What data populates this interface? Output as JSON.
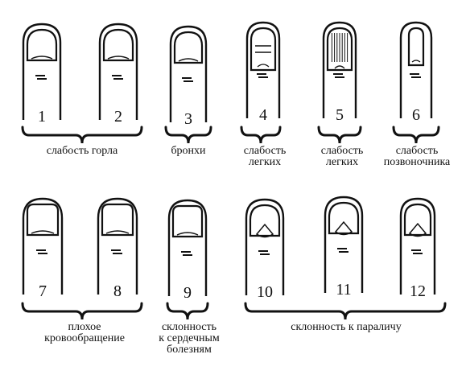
{
  "fingers": [
    {
      "number": "1",
      "nail": "plain"
    },
    {
      "number": "2",
      "nail": "plain"
    },
    {
      "number": "3",
      "nail": "plain"
    },
    {
      "number": "4",
      "nail": "lines"
    },
    {
      "number": "5",
      "nail": "striated"
    },
    {
      "number": "6",
      "nail": "narrow"
    },
    {
      "number": "7",
      "nail": "square"
    },
    {
      "number": "8",
      "nail": "square"
    },
    {
      "number": "9",
      "nail": "square"
    },
    {
      "number": "10",
      "nail": "triangle"
    },
    {
      "number": "11",
      "nail": "triangle"
    },
    {
      "number": "12",
      "nail": "triangle"
    }
  ],
  "captions": [
    {
      "lines": [
        "слабость горла"
      ]
    },
    {
      "lines": [
        "бронхи"
      ]
    },
    {
      "lines": [
        "слабость",
        "легких"
      ]
    },
    {
      "lines": [
        "слабость",
        "легких"
      ]
    },
    {
      "lines": [
        "слабость",
        "позвоночника"
      ]
    },
    {
      "lines": [
        "плохое",
        "кровообращение"
      ]
    },
    {
      "lines": [
        "склонность",
        "к сердечным",
        "болезням"
      ]
    },
    {
      "lines": [
        "склонность к параличу"
      ]
    }
  ],
  "colors": {
    "ink": "#111111",
    "paper": "#ffffff"
  }
}
